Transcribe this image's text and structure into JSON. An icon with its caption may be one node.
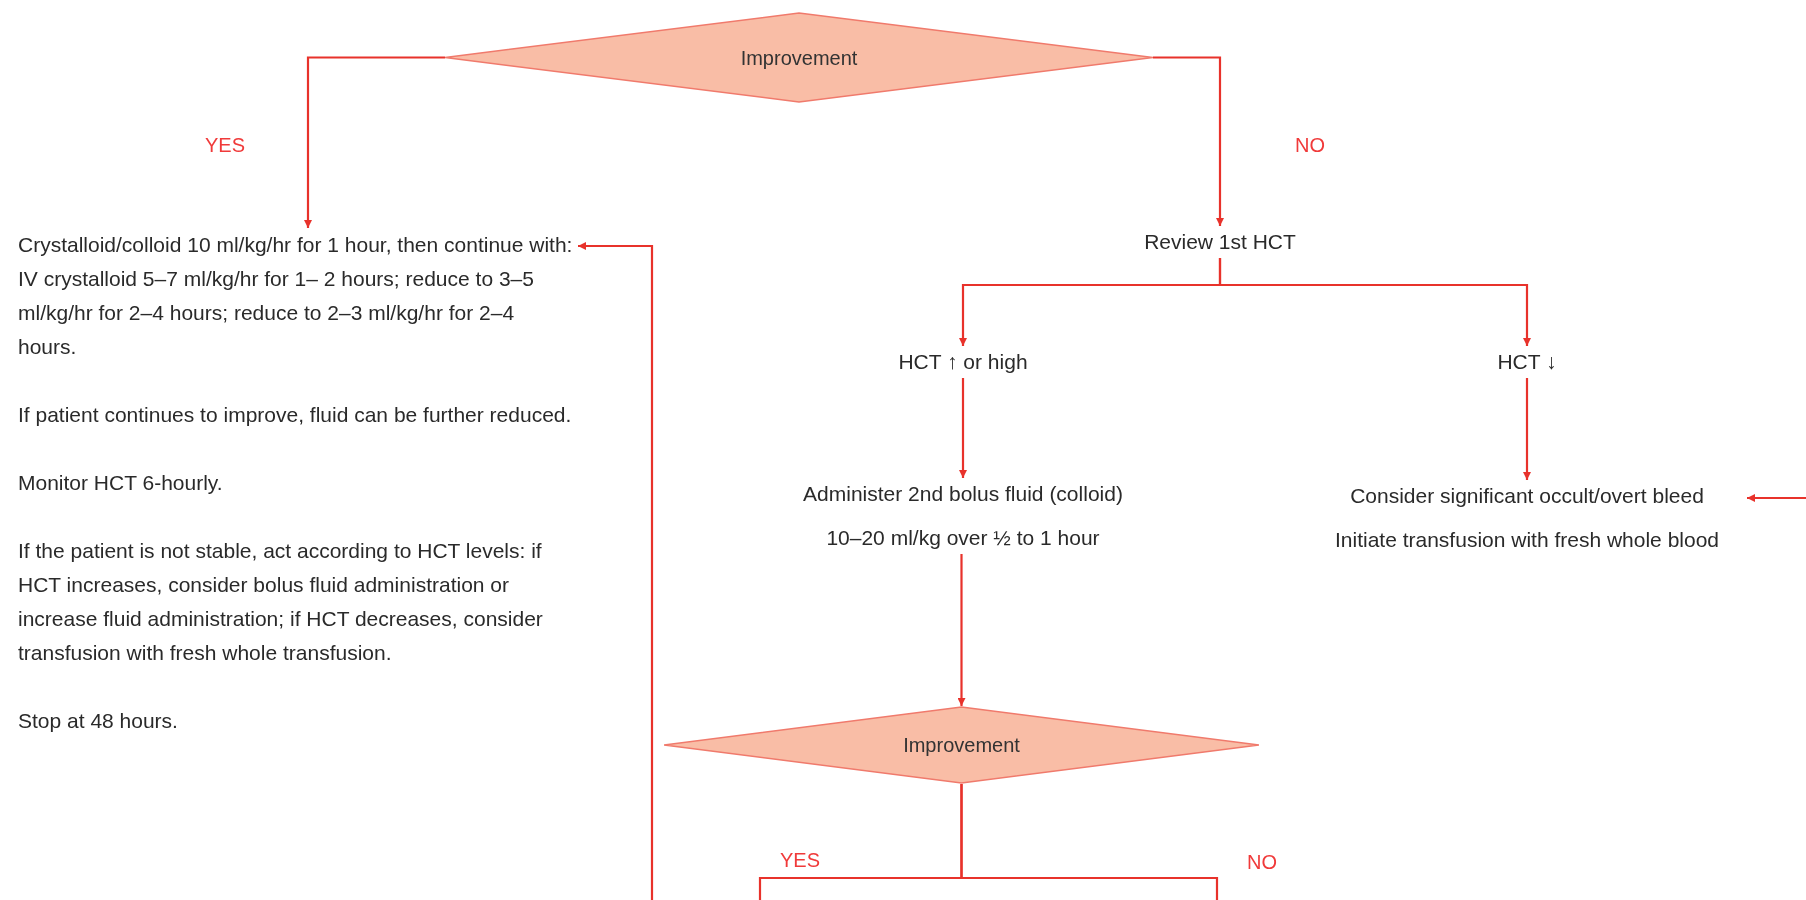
{
  "diagram": {
    "nodes": [
      {
        "text": [
          "Improvement"
        ]
      },
      {
        "text": [
          "Crystalloid/colloid 10 ml/kg/hr for 1 hour, then continue with: IV crystalloid 5–7 ml/kg/hr for 1– 2 hours; reduce to 3–5 ml/kg/hr for 2–4 hours; reduce to 2–3 ml/kg/hr for 2–4 hours.",
          "If patient continues to improve, fluid can be further reduced.",
          "Monitor HCT 6-hourly.",
          "If the patient is not stable, act according to HCT levels: if HCT increases, consider bolus fluid administration or increase fluid administration; if HCT decreases, consider transfusion with fresh whole transfusion.",
          "Stop at 48 hours."
        ]
      },
      {
        "text": [
          "Review 1st HCT"
        ]
      },
      {
        "text": [
          "HCT ↑ or high"
        ]
      },
      {
        "text": [
          "HCT ↓"
        ]
      },
      {
        "text": [
          "Administer 2nd bolus fluid (colloid)",
          "10–20 ml/kg over ½ to 1 hour"
        ]
      },
      {
        "text": [
          "Consider significant occult/overt bleed",
          "Initiate transfusion with fresh whole blood"
        ]
      },
      {
        "text": [
          "Improvement"
        ]
      }
    ],
    "edges": [
      {
        "from": 0,
        "to": 1,
        "arrow": "to",
        "label": "YES"
      },
      {
        "from": 0,
        "to": 2,
        "arrow": "to",
        "label": "NO"
      },
      {
        "from": 2,
        "to": 3,
        "arrow": "to"
      },
      {
        "from": 2,
        "to": 4,
        "arrow": "to"
      },
      {
        "from": 3,
        "to": 5,
        "arrow": "to"
      },
      {
        "from": 4,
        "to": 6,
        "arrow": "to"
      },
      {
        "from": 5,
        "to": 7,
        "arrow": "to"
      },
      {
        "from": null,
        "to": 6,
        "arrow": "to"
      },
      {
        "from": null,
        "to": 1,
        "arrow": "to"
      },
      {
        "from": 7,
        "to": null,
        "arrow": "none",
        "label": "YES"
      },
      {
        "from": 7,
        "to": null,
        "arrow": "none",
        "label": "NO"
      }
    ]
  }
}
